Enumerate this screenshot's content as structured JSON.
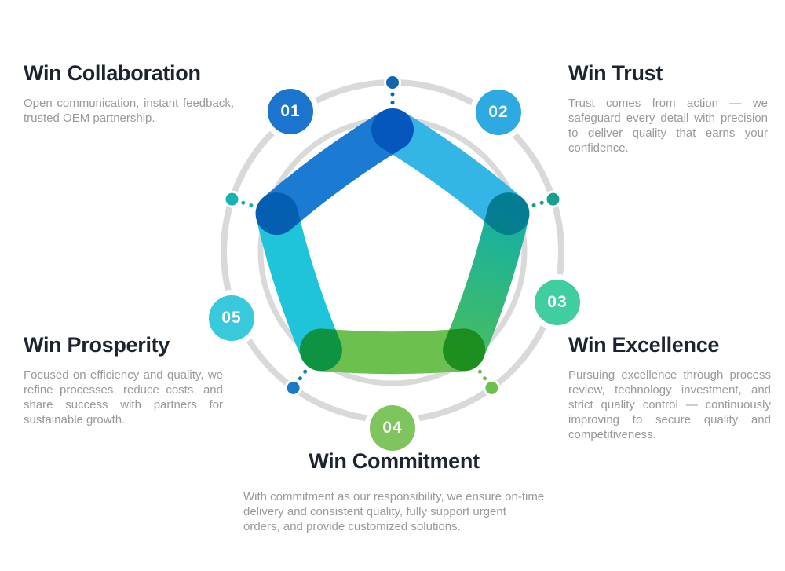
{
  "infographic": {
    "items": [
      {
        "number": "01",
        "title": "Win Collaboration",
        "body": "Open communication, instant feedback, trusted OEM partnership.",
        "badge_color": "#1b75cf"
      },
      {
        "number": "02",
        "title": "Win Trust",
        "body": "Trust comes from action — we safeguard every detail with precision to deliver quality that earns your confidence.",
        "badge_color": "#2fa9e1"
      },
      {
        "number": "03",
        "title": "Win Excellence",
        "body": "Pursuing excellence through process review, technology investment, and strict quality control — continuously improving to secure quality and competitiveness.",
        "badge_color": "#40cda0"
      },
      {
        "number": "04",
        "title": "Win Commitment",
        "body": "With commitment as our responsibility, we ensure on-time delivery and consistent quality, fully support urgent orders, and provide customized solutions.",
        "badge_color": "#7ec55e"
      },
      {
        "number": "05",
        "title": "Win Prosperity",
        "body": "Focused on efficiency and quality, we refine processes, reduce costs, and share success with partners for sustainable growth.",
        "badge_color": "#38cadb"
      }
    ],
    "star_colors": {
      "top_left": "#1b7ad2",
      "top_right": "#33b5e6",
      "right_top": "#14b0a4",
      "right_bottom": "#45bd62",
      "bottom": "#6cc04f",
      "left": "#1fc4d8"
    },
    "dot_colors": {
      "top": "#1464ab",
      "upper_right": "#1a9e8e",
      "lower_right": "#6cc04f",
      "lower_left": "#1a79c8",
      "upper_left": "#17b3ae"
    },
    "ring_color": "#d9d9d9",
    "heading_color": "#1c2430",
    "body_color": "#97999d"
  }
}
